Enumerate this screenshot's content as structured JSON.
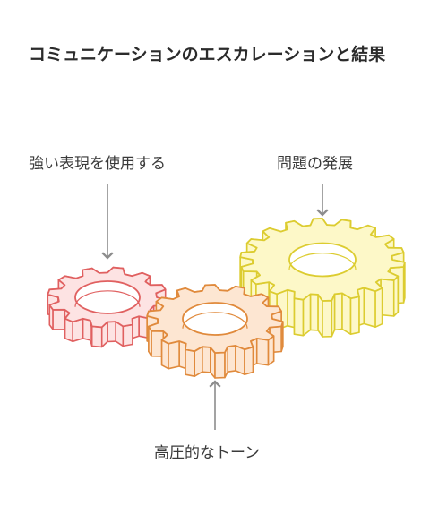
{
  "title": "コミュニケーションのエスカレーションと結果",
  "labels": {
    "strong_expression": "強い表現を使用する",
    "problem_development": "問題の発展",
    "high_pressure_tone": "高圧的なトーン"
  },
  "colors": {
    "red_gear_stroke": "#e06060",
    "red_gear_fill": "#fde3e3",
    "orange_gear_stroke": "#e08a3c",
    "orange_gear_fill": "#fde6d2",
    "yellow_gear_stroke": "#dccc30",
    "yellow_gear_fill": "#fdf8c8",
    "arrow": "#8c8c8c"
  }
}
